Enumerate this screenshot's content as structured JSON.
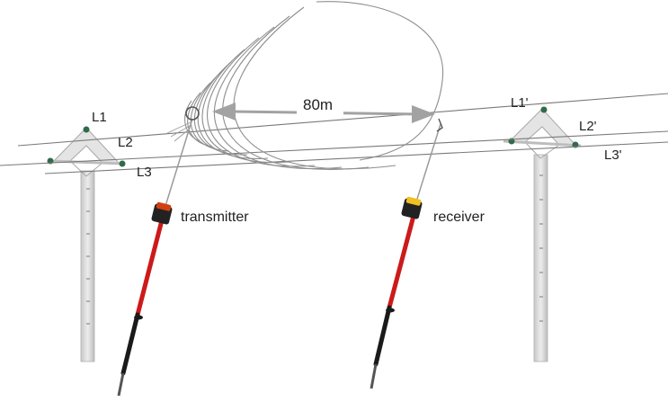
{
  "labels": {
    "l1": "L1",
    "l2": "L2",
    "l3": "L3",
    "l1p": "L1'",
    "l2p": "L2'",
    "l3p": "L3'",
    "distance": "80m",
    "transmitter": "transmitter",
    "receiver": "receiver"
  },
  "colors": {
    "pole": "#d9d9d9",
    "pole_edge": "#b8b8b8",
    "wire": "#777777",
    "wave": "#8a8a8a",
    "arrow": "#9a9a9a",
    "stick_red": "#cc1a1a",
    "stick_black": "#1a1a1a",
    "transmitter_head": "#d04010",
    "receiver_head": "#f0c020",
    "insulator": "#2f6b4a"
  }
}
